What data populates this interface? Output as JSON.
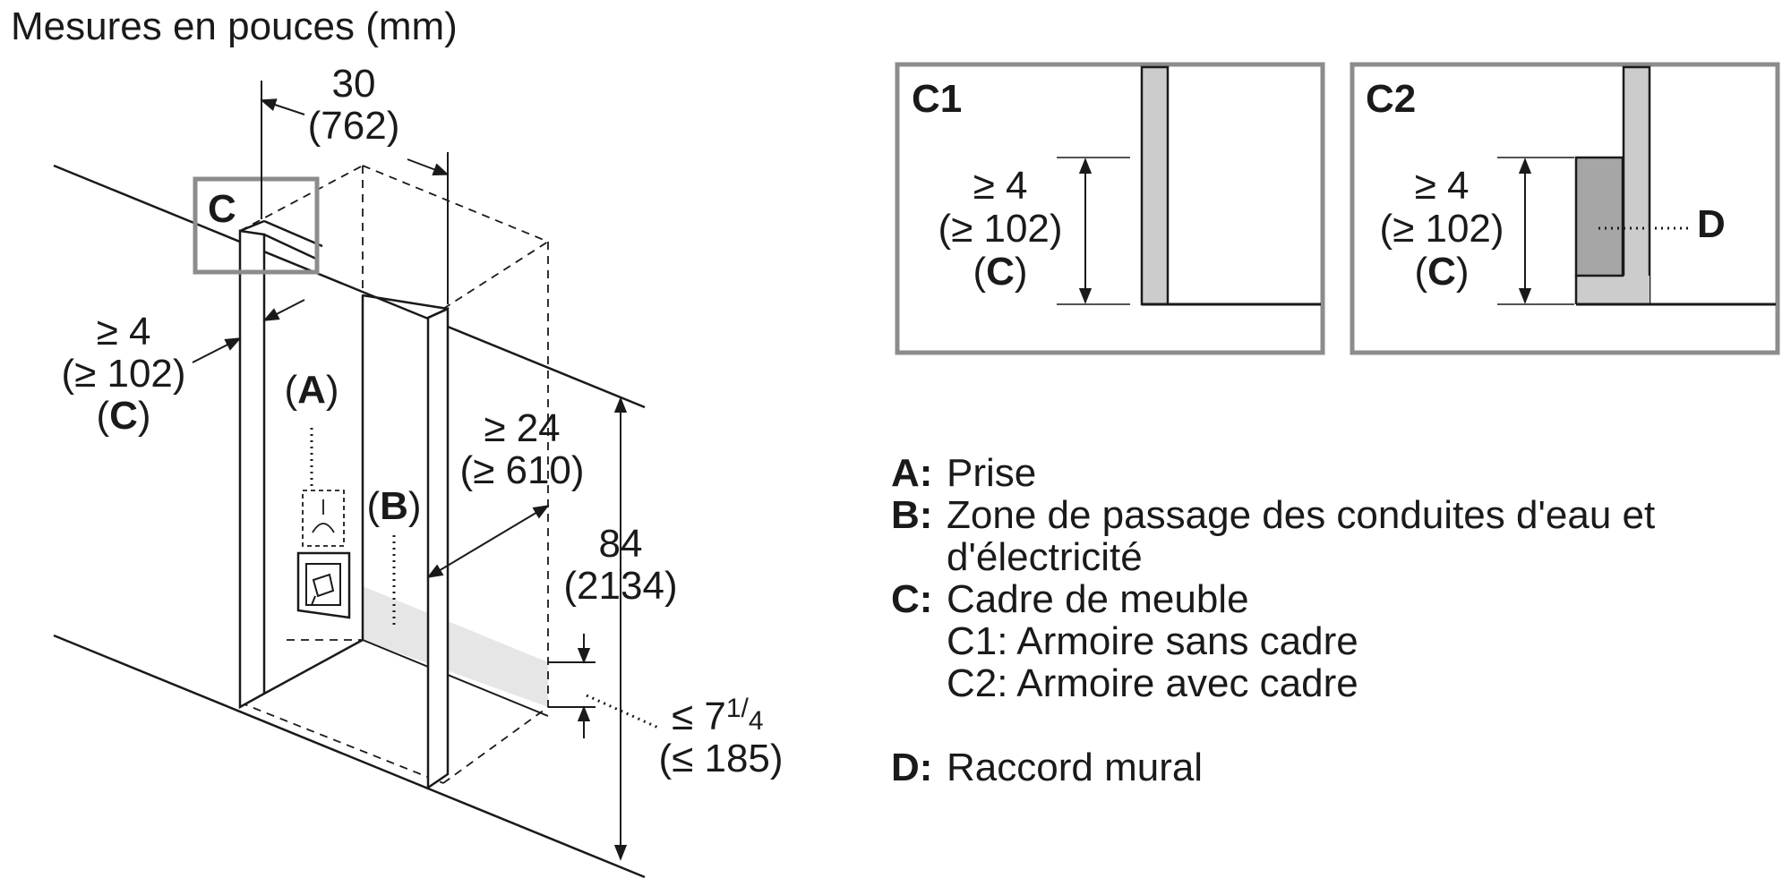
{
  "title": "Mesures en pouces (mm)",
  "main": {
    "width_in": "30",
    "width_mm": "(762)",
    "frame_box_label": "C",
    "gap_in": "≥ 4",
    "gap_mm": "(≥ 102)",
    "gap_ref": "C",
    "outlet_label": "A",
    "zone_label": "B",
    "depth_in": "≥ 24",
    "depth_mm": "(≥ 610)",
    "height_in": "84",
    "height_mm": "(2134)",
    "zone_h_prefix": "≤ 7",
    "zone_h_frac_num": "1",
    "zone_h_frac_slash": "/",
    "zone_h_frac_den": "4",
    "zone_h_mm": "(≤ 185)"
  },
  "detail_c1": {
    "label": "C1",
    "gap_in": "≥ 4",
    "gap_mm": "(≥ 102)",
    "gap_ref": "C"
  },
  "detail_c2": {
    "label": "C2",
    "gap_in": "≥ 4",
    "gap_mm": "(≥ 102)",
    "gap_ref": "C",
    "wall_label": "D"
  },
  "legend": {
    "a_key": "A:",
    "a_text": "Prise",
    "b_key": "B:",
    "b_text_1": "Zone de passage des conduites d'eau et",
    "b_text_2": "d'électricité",
    "c_key": "C:",
    "c_text": "Cadre de meuble",
    "c1_text": "C1: Armoire sans cadre",
    "c2_text": "C2: Armoire avec cadre",
    "d_key": "D:",
    "d_text": "Raccord mural"
  },
  "colors": {
    "line": "#1a1a1a",
    "frame_box": "#8c8c8c",
    "panel_fill": "#cccccc",
    "wall_fill": "#a6a6a6",
    "zone_fill": "#e6e6e6"
  }
}
